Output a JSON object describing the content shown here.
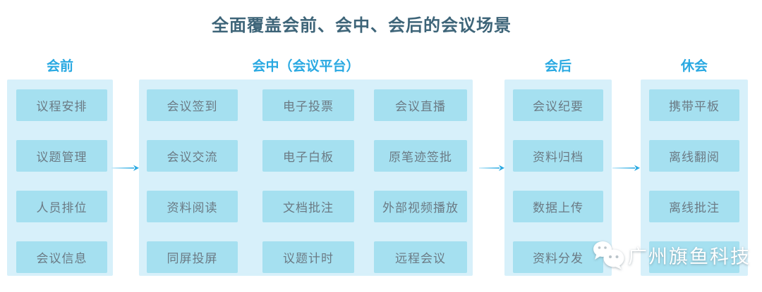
{
  "title": "全面覆盖会前、会中、会后的会议场景",
  "colors": {
    "title_text": "#3d6478",
    "header_text": "#29a9e2",
    "panel_bg": "#d7f0fa",
    "box_bg": "#a5e0f0",
    "box_text": "#6b7a84",
    "arrow": "#29a9e2",
    "watermark_text": "#ffffff"
  },
  "columns": [
    {
      "header": "会前",
      "items": [
        "议程安排",
        "议题管理",
        "人员排位",
        "会议信息"
      ]
    },
    {
      "header": "会中（会议平台）",
      "groups": [
        [
          "会议签到",
          "会议交流",
          "资料阅读",
          "同屏投屏"
        ],
        [
          "电子投票",
          "电子白板",
          "文档批注",
          "议题计时"
        ],
        [
          "会议直播",
          "原笔迹签批",
          "外部视频播放",
          "远程会议"
        ]
      ]
    },
    {
      "header": "会后",
      "items": [
        "会议纪要",
        "资料归档",
        "数据上传",
        "资料分发"
      ]
    },
    {
      "header": "休会",
      "items": [
        "携带平板",
        "离线翻阅",
        "离线批注",
        ""
      ]
    }
  ],
  "watermark": {
    "brand": "广州旗鱼科技",
    "icon": "wechat-icon"
  }
}
